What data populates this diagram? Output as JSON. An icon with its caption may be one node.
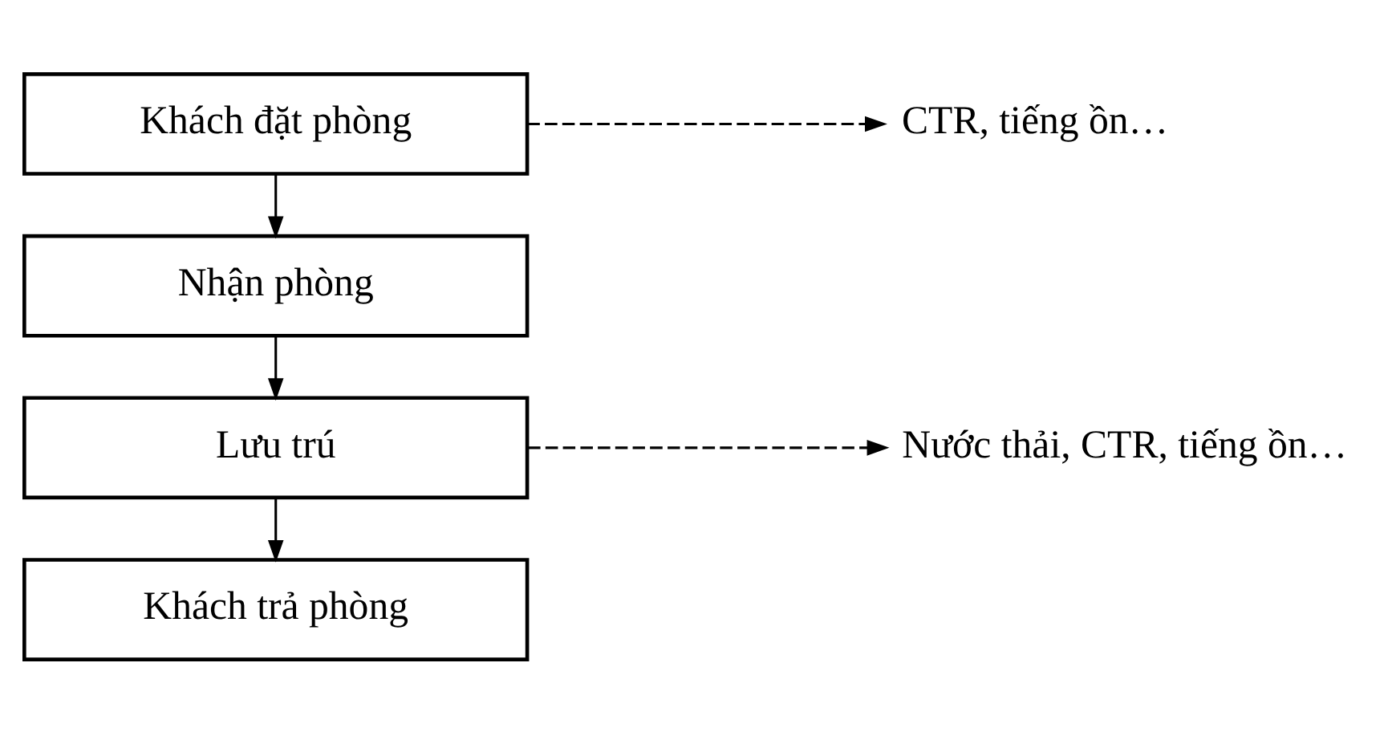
{
  "diagram": {
    "nodes": [
      {
        "text": [
          "Khách đặt phòng"
        ]
      },
      {
        "text": [
          "Nhận phòng"
        ]
      },
      {
        "text": [
          "Lưu trú"
        ]
      },
      {
        "text": [
          "Khách trả phòng"
        ]
      },
      {
        "text": [
          "CTR, tiếng ồn…"
        ]
      },
      {
        "text": [
          "Nước thải, CTR, tiếng ồn…"
        ]
      }
    ],
    "edges": [
      {
        "from": 0,
        "to": 1,
        "arrow": "to"
      },
      {
        "from": 1,
        "to": 2,
        "arrow": "to"
      },
      {
        "from": 2,
        "to": 3,
        "arrow": "to"
      },
      {
        "from": 0,
        "to": 4,
        "arrow": "to",
        "style": "dashed"
      },
      {
        "from": 2,
        "to": 5,
        "arrow": "to",
        "style": "dashed"
      }
    ]
  }
}
